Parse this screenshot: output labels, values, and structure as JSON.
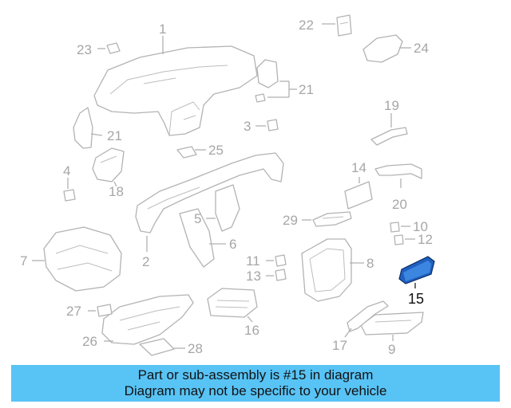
{
  "colors": {
    "banner_bg": "#58c3f5",
    "part_line": "#b0b0b0",
    "highlight_part": "#1f5fbf",
    "label_gray": "#a6a6a6"
  },
  "highlight": "15",
  "labels": {
    "l1": "1",
    "l2": "2",
    "l3": "3",
    "l4": "4",
    "l5": "5",
    "l6": "6",
    "l7": "7",
    "l8": "8",
    "l9": "9",
    "l10": "10",
    "l11": "11",
    "l12": "12",
    "l13": "13",
    "l14": "14",
    "l15": "15",
    "l16": "16",
    "l17": "17",
    "l18": "18",
    "l19": "19",
    "l20": "20",
    "l21a": "21",
    "l21b": "21",
    "l22": "22",
    "l23": "23",
    "l24": "24",
    "l25": "25",
    "l26": "26",
    "l27": "27",
    "l28": "28",
    "l29": "29"
  },
  "banner": {
    "line1": "Part or sub-assembly is #15 in diagram",
    "line2": "Diagram may not be specific to your vehicle"
  }
}
